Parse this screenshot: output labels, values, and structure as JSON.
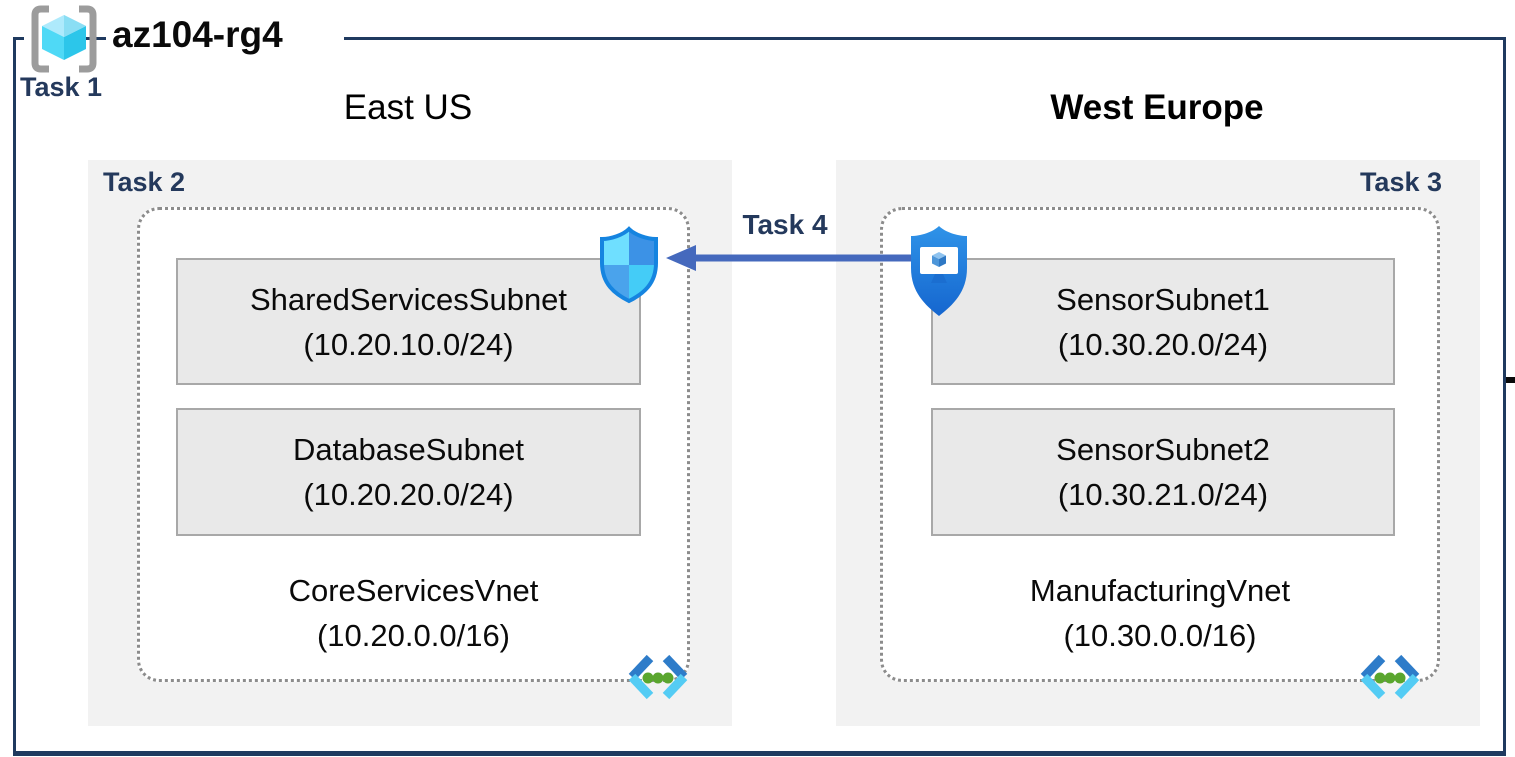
{
  "resource_group": {
    "name": "az104-rg4",
    "task_label": "Task 1",
    "icon": "resource-group-icon"
  },
  "regions": [
    {
      "name": "East US",
      "task_label": "Task 2",
      "badge_icon": "network-security-group-shield-icon",
      "vnet": {
        "name": "CoreServicesVnet",
        "cidr": "(10.20.0.0/16)",
        "icon": "virtual-network-icon"
      },
      "subnets": [
        {
          "name": "SharedServicesSubnet",
          "cidr": "(10.20.10.0/24)"
        },
        {
          "name": "DatabaseSubnet",
          "cidr": "(10.20.20.0/24)"
        }
      ]
    },
    {
      "name": "West Europe",
      "task_label": "Task 3",
      "badge_icon": "protected-vm-shield-icon",
      "vnet": {
        "name": "ManufacturingVnet",
        "cidr": "(10.30.0.0/16)",
        "icon": "virtual-network-icon"
      },
      "subnets": [
        {
          "name": "SensorSubnet1",
          "cidr": "(10.30.20.0/24)"
        },
        {
          "name": "SensorSubnet2",
          "cidr": "(10.30.21.0/24)"
        }
      ]
    }
  ],
  "connection": {
    "task_label": "Task 4",
    "direction": "right-to-left"
  },
  "colors": {
    "border_navy": "#1f3a5f",
    "task_navy": "#24395c",
    "arrow_blue": "#4569bd",
    "region_fill": "#f2f2f2",
    "subnet_fill": "#e9e9e9",
    "subnet_border": "#a8a8a8",
    "dotted_border": "#8c8c8c",
    "shield_cyan": "#50e6ff",
    "shield_blue": "#2e8ce0",
    "vnet_dot_green": "#5aa62e"
  }
}
